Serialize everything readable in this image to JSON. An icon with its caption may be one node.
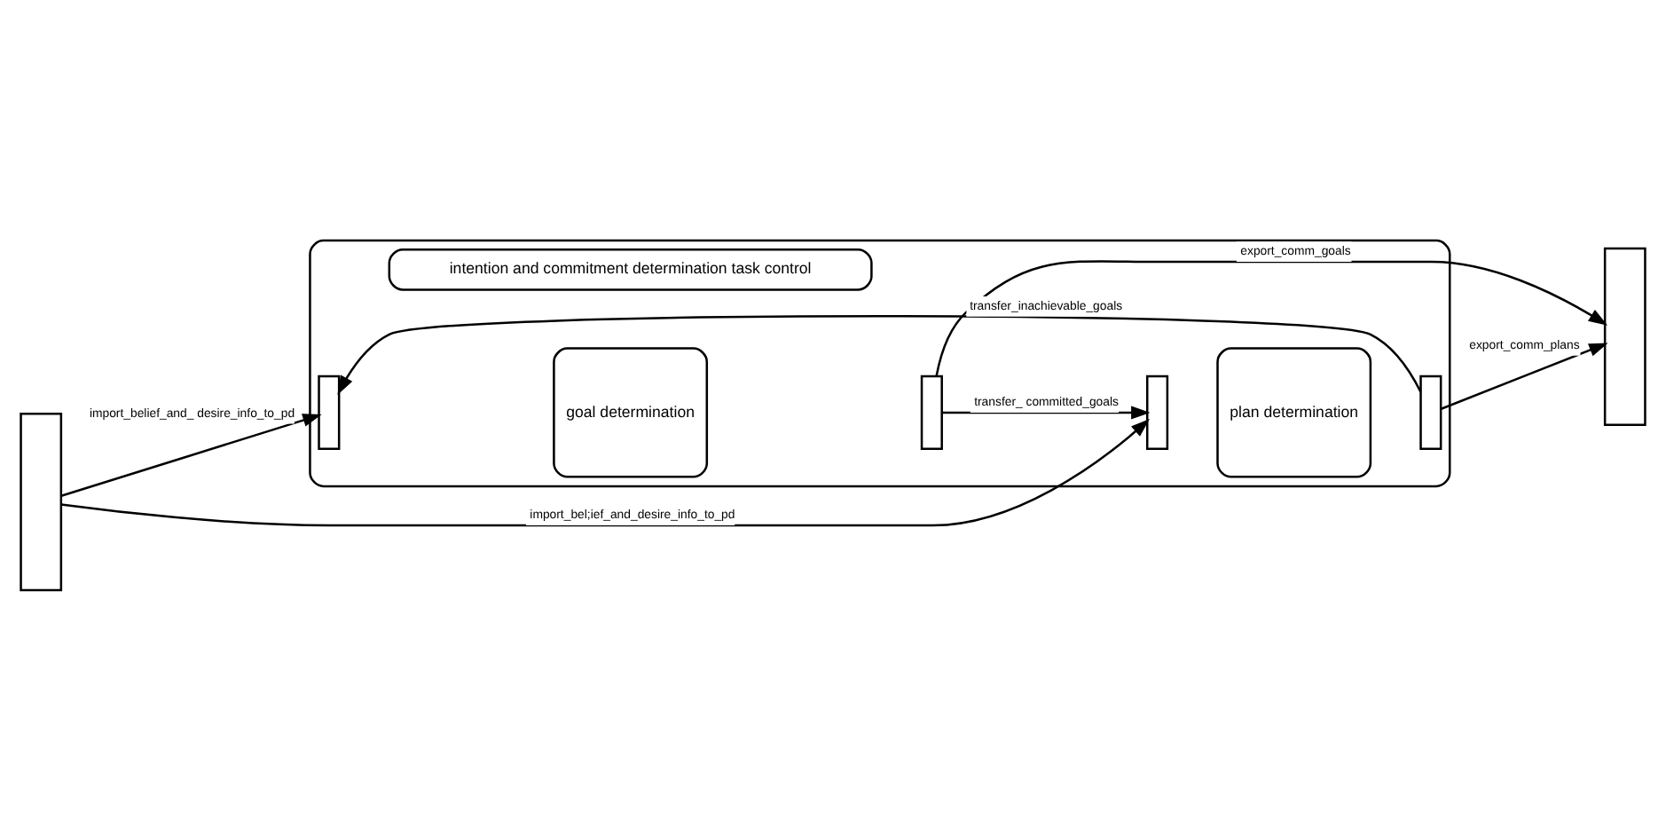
{
  "diagram": {
    "nodes": [
      {
        "text": [],
        "shape": "box"
      },
      {
        "text": [
          "intention and commitment determination task control"
        ],
        "in": 0
      },
      {
        "text": [],
        "shape": "box"
      },
      {
        "text": [],
        "shape": "box"
      },
      {
        "text": [
          "goal determination"
        ],
        "in": 0
      },
      {
        "text": [],
        "shape": "box",
        "in": 0
      },
      {
        "text": [],
        "shape": "box",
        "in": 0
      },
      {
        "text": [
          "plan determination"
        ],
        "in": 0
      },
      {
        "text": [],
        "shape": "box",
        "in": 0
      },
      {
        "text": [],
        "shape": "box",
        "in": 0
      }
    ],
    "edges": [
      {
        "from": 9,
        "to": 5,
        "arrow": "to",
        "label": "transfer_inachievable_goals"
      },
      {
        "from": 2,
        "to": 5,
        "arrow": "to",
        "label": "import_belief_and_ desire_info_to_pd"
      },
      {
        "from": 6,
        "to": 8,
        "arrow": "to",
        "label": "transfer_ committed_goals"
      },
      {
        "from": 2,
        "to": 8,
        "arrow": "to",
        "label": "import_bel;ief_and_desire_info_to_pd"
      },
      {
        "from": 9,
        "to": 3,
        "arrow": "to",
        "label": "export_comm_plans"
      },
      {
        "from": 6,
        "to": 3,
        "arrow": "to",
        "label": "export_comm_goals"
      }
    ]
  }
}
